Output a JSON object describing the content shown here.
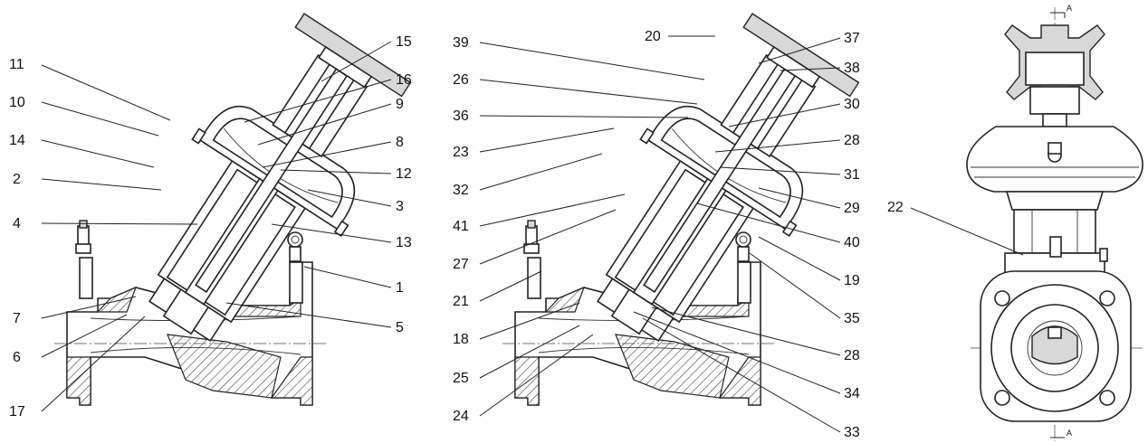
{
  "view1": {
    "labels": [
      "11",
      "10",
      "14",
      "2",
      "4",
      "7",
      "6",
      "17",
      "15",
      "16",
      "9",
      "8",
      "12",
      "3",
      "13",
      "1",
      "5"
    ]
  },
  "view2": {
    "labels": [
      "39",
      "26",
      "36",
      "23",
      "32",
      "41",
      "27",
      "21",
      "18",
      "25",
      "24",
      "20",
      "37",
      "38",
      "30",
      "28",
      "31",
      "29",
      "40",
      "19",
      "35",
      "28",
      "34",
      "33"
    ]
  },
  "view3": {
    "labels": [
      "22"
    ],
    "section_marks": [
      "A",
      "A"
    ]
  }
}
